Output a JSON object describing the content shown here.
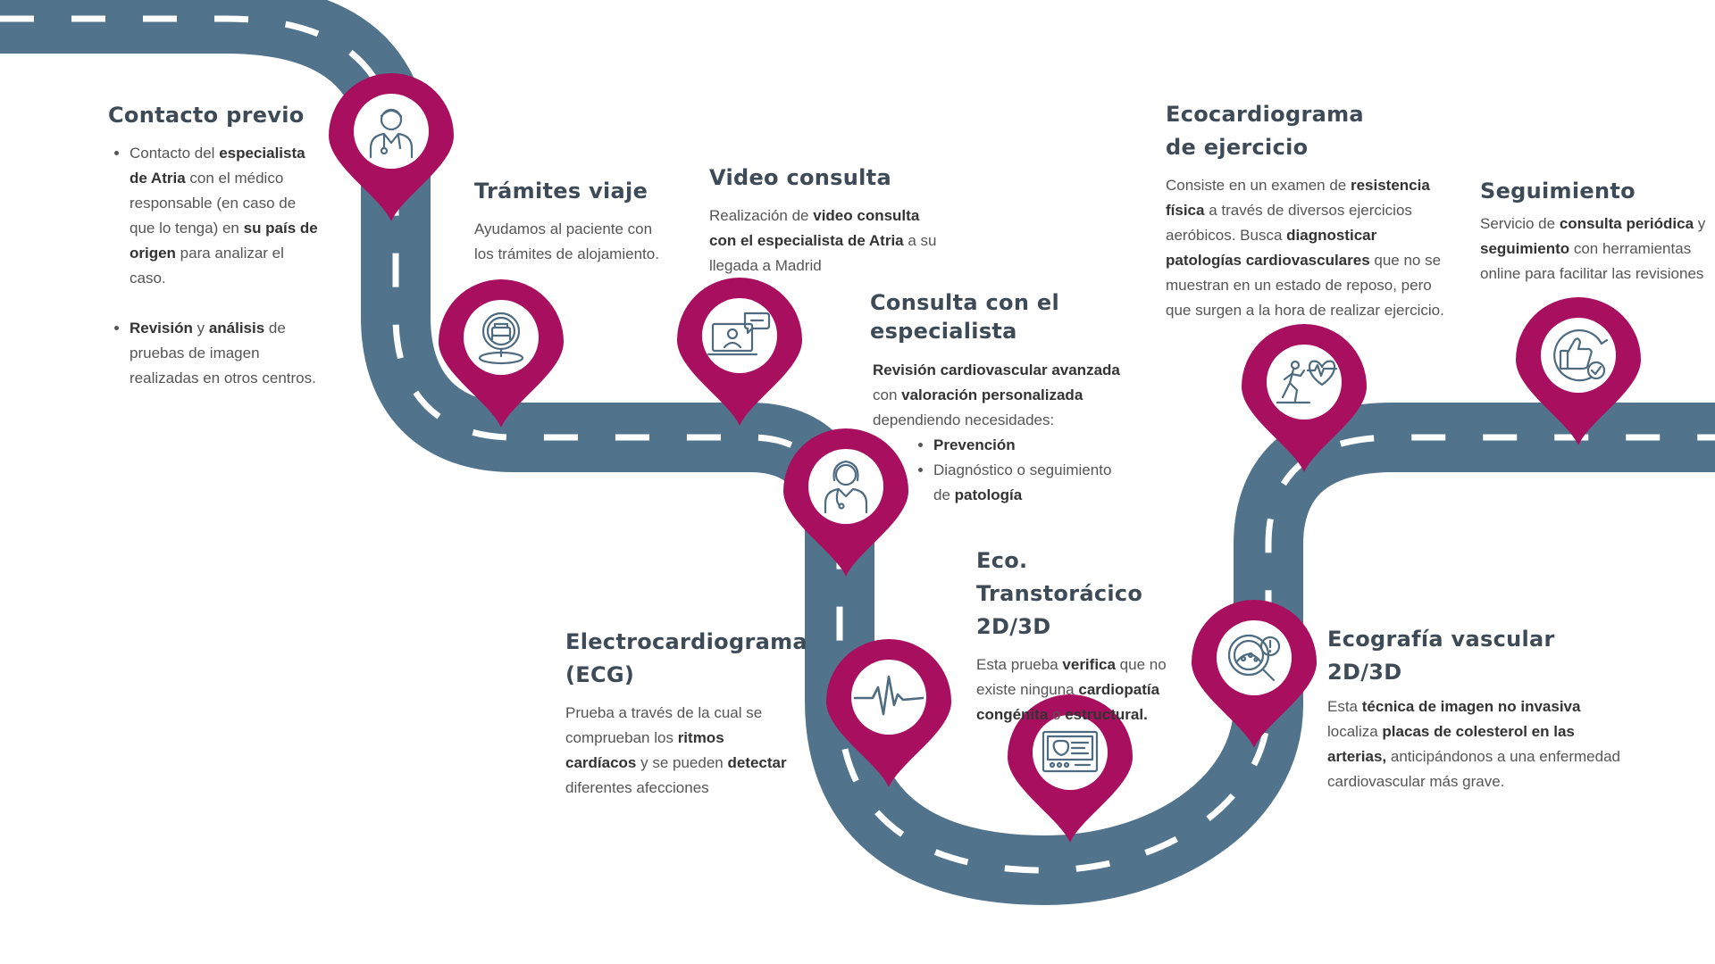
{
  "colors": {
    "road": "#52738c",
    "dash": "#ffffff",
    "pin": "#a80f5f",
    "icon": "#4e6b80",
    "heading": "#3f4a57",
    "text": "#555555"
  },
  "steps": {
    "contacto_previo": {
      "title": "Contacto previo",
      "icon": "doctor-icon",
      "b1_pre": "Contacto del ",
      "b1_strong1": "especialista de Atria",
      "b1_mid": " con el médico responsable (en caso de que lo tenga) en ",
      "b1_strong2": "su país de origen",
      "b1_post": " para analizar el caso.",
      "b2_strong1": "Revisión",
      "b2_mid": " y ",
      "b2_strong2": "análisis",
      "b2_post": " de pruebas de imagen realizadas en otros centros."
    },
    "tramites_viaje": {
      "title": "Trámites viaje",
      "icon": "hotel-bed-icon",
      "text": "Ayudamos al paciente con los trámites de alojamiento."
    },
    "video_consulta": {
      "title": "Video consulta",
      "icon": "video-call-icon",
      "pre": "Realización de ",
      "strong": "video consulta con el especialista de Atria",
      "post": " a su llegada a Madrid"
    },
    "consulta_especialista": {
      "title": "Consulta con el especialista",
      "icon": "female-doctor-icon",
      "strong1": "Revisión cardiovascular avanzada",
      "mid": " con ",
      "strong2": "valoración personalizada",
      "post": " dependiendo necesidades:",
      "li1_strong": "Prevención",
      "li2_pre": "Diagnóstico o seguimiento de ",
      "li2_strong": "patología"
    },
    "ecg": {
      "title": "Electrocardiograma (ECG)",
      "icon": "heartbeat-icon",
      "pre": "Prueba a través de la cual se comprueban los ",
      "strong1": "ritmos cardíacos",
      "mid": " y se pueden ",
      "strong2": "detectar",
      "post": " diferentes afecciones"
    },
    "eco_transtoracico": {
      "title": "Eco. Transtorácico 2D/3D",
      "icon": "echo-monitor-icon",
      "pre": "Esta prueba ",
      "strong1": "verifica",
      "mid1": " que no existe ninguna ",
      "strong2": "cardiopatía congénita",
      "mid2": " o ",
      "strong3": "estructural."
    },
    "ecografia_vascular": {
      "title": "Ecografía vascular 2D/3D",
      "icon": "magnifier-artery-icon",
      "pre": "Esta ",
      "strong1": "técnica de imagen no invasiva",
      "mid": " localiza ",
      "strong2": "placas de colesterol en las arterias,",
      "post": "  anticipándonos a una enfermedad cardiovascular más grave."
    },
    "eco_ejercicio": {
      "title": "Ecocardiograma de ejercicio",
      "icon": "runner-heart-icon",
      "pre": "Consiste en un examen de ",
      "strong1": "resistencia física",
      "mid": " a través de diversos ejercicios aeróbicos. Busca ",
      "strong2": "diagnosticar patologías cardiovasculares",
      "post": " que no se muestran en un estado de reposo, pero que surgen a la hora de realizar ejercicio."
    },
    "seguimiento": {
      "title": "Seguimiento",
      "icon": "thumbs-up-check-icon",
      "pre": "Servicio de ",
      "strong1": "consulta periódica",
      "mid": " y ",
      "strong2": "seguimiento",
      "post": " con herramientas online para facilitar las revisiones"
    }
  }
}
